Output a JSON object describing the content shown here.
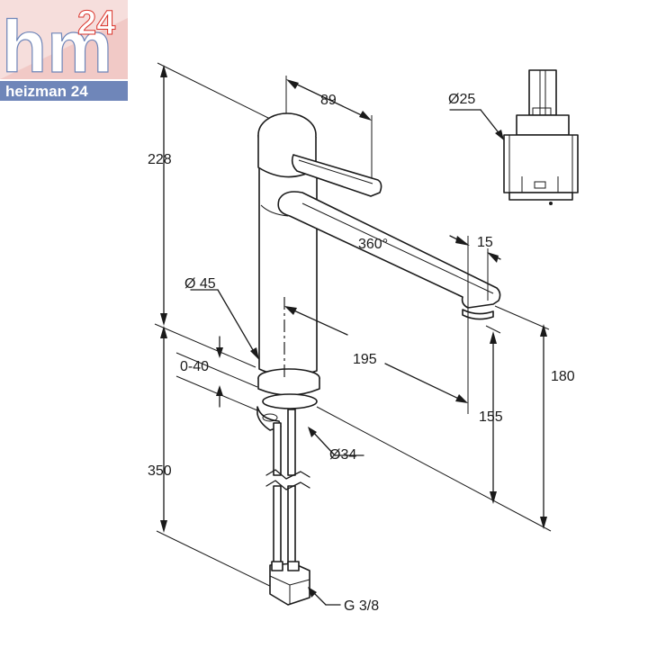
{
  "logo": {
    "main": "hm",
    "superscript": "24",
    "tagline": "heizman 24",
    "colors": {
      "primary": "#6f86b9",
      "accent": "#d9342b",
      "light": "#f1c9c6"
    }
  },
  "dimensions": {
    "width_89": "89",
    "height_228": "228",
    "cartridge_diameter": "Ø25",
    "rotation": "360°",
    "outlet_15": "15",
    "body_diameter": "Ø 45",
    "reach_195": "195",
    "height_180": "180",
    "thickness_range": "0-40",
    "height_155": "155",
    "hose_350": "350",
    "base_diameter": "Ø34",
    "thread": "G 3/8"
  }
}
